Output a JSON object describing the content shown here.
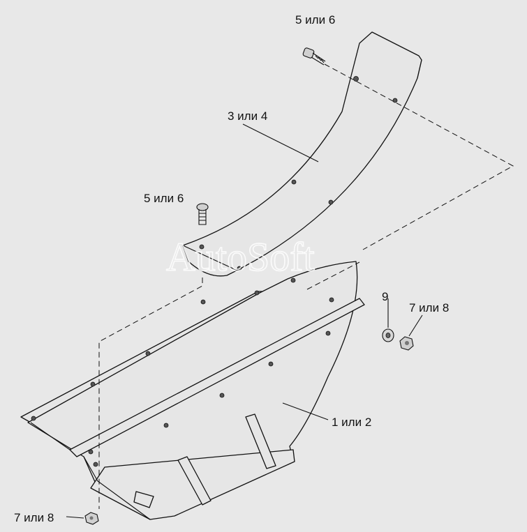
{
  "callouts": {
    "bolt_top": "5 или 6",
    "shield": "3 или 4",
    "bolt_mid": "5 или 6",
    "washer": "9",
    "nut_right": "7 или 8",
    "bracket": "1 или 2",
    "nut_bottom": "7 или 8"
  },
  "watermark": "AutoSoft"
}
